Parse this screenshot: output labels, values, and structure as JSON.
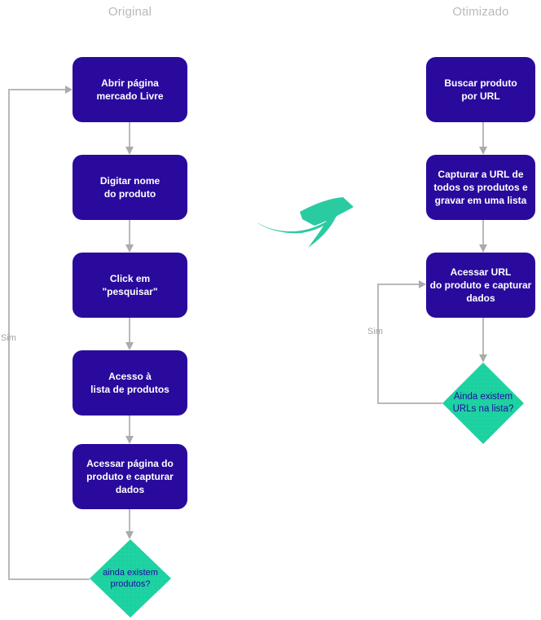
{
  "left_flow": {
    "title": "Original",
    "loop_label": "Sim",
    "nodes": [
      {
        "id": "open-page",
        "type": "process",
        "label": "Abrir página\nmercado Livre"
      },
      {
        "id": "type-name",
        "type": "process",
        "label": "Digitar nome\ndo produto"
      },
      {
        "id": "click-search",
        "type": "process",
        "label": "Click em\n\"pesquisar\""
      },
      {
        "id": "access-list",
        "type": "process",
        "label": "Acesso à\nlista de produtos"
      },
      {
        "id": "access-product",
        "type": "process",
        "label": "Acessar página do\nproduto e capturar dados"
      },
      {
        "id": "more-products",
        "type": "decision",
        "label": "ainda existem\nprodutos?"
      }
    ]
  },
  "right_flow": {
    "title": "Otimizado",
    "loop_label": "Sim",
    "nodes": [
      {
        "id": "search-by-url",
        "type": "process",
        "label": "Buscar produto\npor URL"
      },
      {
        "id": "capture-urls",
        "type": "process",
        "label": "Capturar a URL de\ntodos os produtos e\ngravar em uma lista"
      },
      {
        "id": "access-url",
        "type": "process",
        "label": "Acessar URL\ndo produto e capturar\ndados"
      },
      {
        "id": "more-urls",
        "type": "decision",
        "label": "Ainda existem\nURLs na lista?"
      }
    ]
  },
  "colors": {
    "process_fill": "#290a9d",
    "process_text": "#ffffff",
    "decision_fill": "#1ed3a2",
    "decision_text": "#2209a0",
    "connector": "#b9b9b9",
    "arrowhead": "#ababab",
    "muted_label": "#a3a3a3",
    "title": "#b9b9b9",
    "accent_arrow": "#2bcba1"
  }
}
